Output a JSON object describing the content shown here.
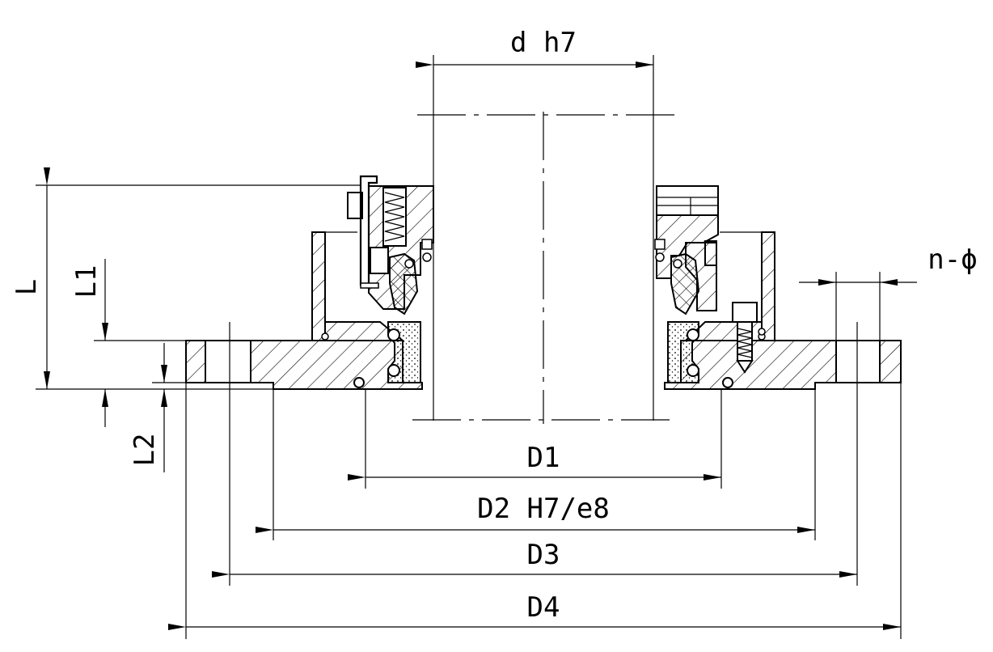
{
  "labels": {
    "shaft_diameter": "d h7",
    "length_total": "L",
    "length_l1": "L1",
    "length_l2": "L2",
    "holes": "n-ϕ",
    "diameter_d1": "D1",
    "diameter_d2": "D2 H7/e8",
    "diameter_d3": "D3",
    "diameter_d4": "D4"
  },
  "colors": {
    "line": "#000000",
    "background": "#ffffff"
  }
}
